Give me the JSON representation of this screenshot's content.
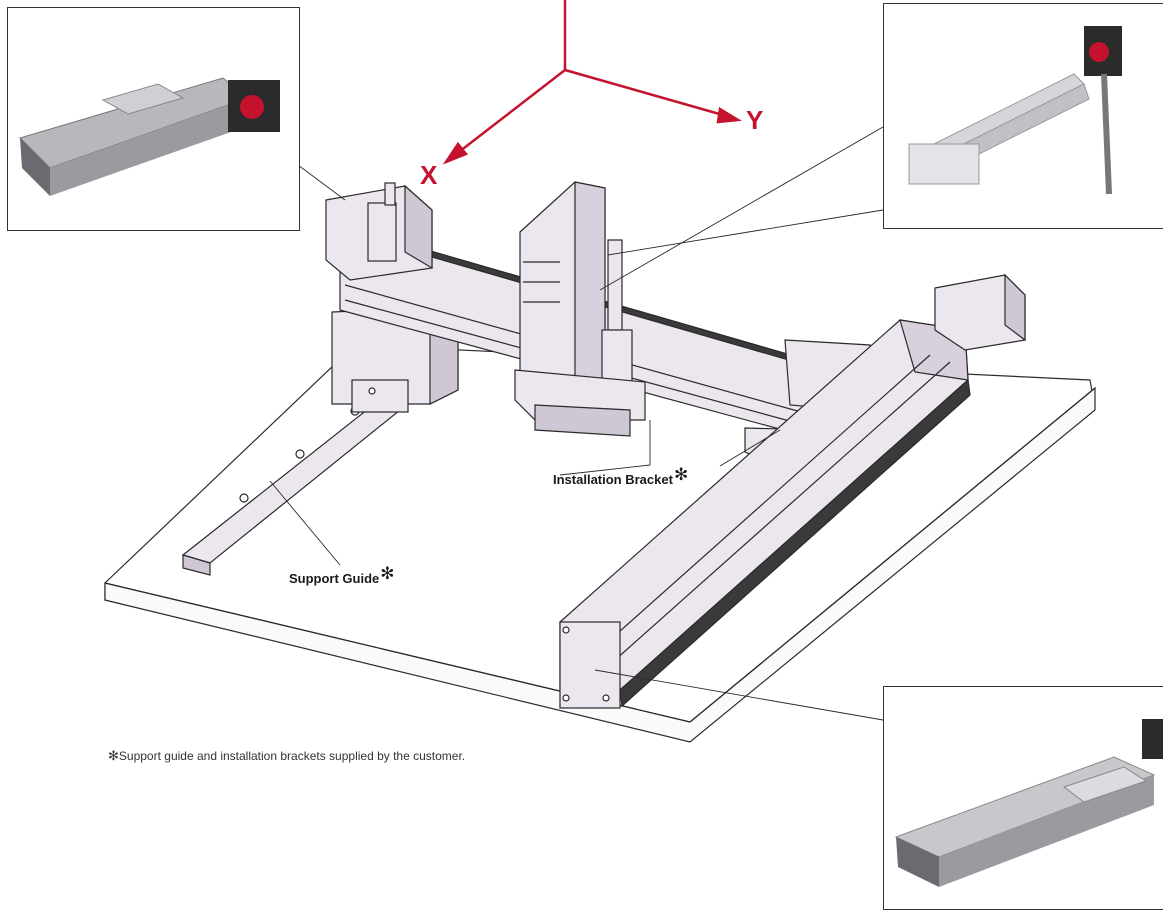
{
  "axes": {
    "x_label": "X",
    "y_label": "Y",
    "color": "#c4122f"
  },
  "labels": {
    "support_guide": "Support Guide",
    "installation_bracket": "Installation Bracket",
    "asterisk": "✻"
  },
  "footnote": {
    "marker": "✻",
    "text": "Support guide and installation brackets supplied by the customer."
  },
  "insets": [
    {
      "id": "top-left",
      "icon": "linear-actuator-photo"
    },
    {
      "id": "top-right",
      "icon": "rod-actuator-photo"
    },
    {
      "id": "bottom-right",
      "icon": "linear-actuator-photo"
    }
  ],
  "colors": {
    "body": "#ece6ee",
    "body_dark": "#cfc7d3",
    "outline": "#2a2a2a",
    "slot": "#3a3a3a",
    "plate": "#ffffff"
  }
}
